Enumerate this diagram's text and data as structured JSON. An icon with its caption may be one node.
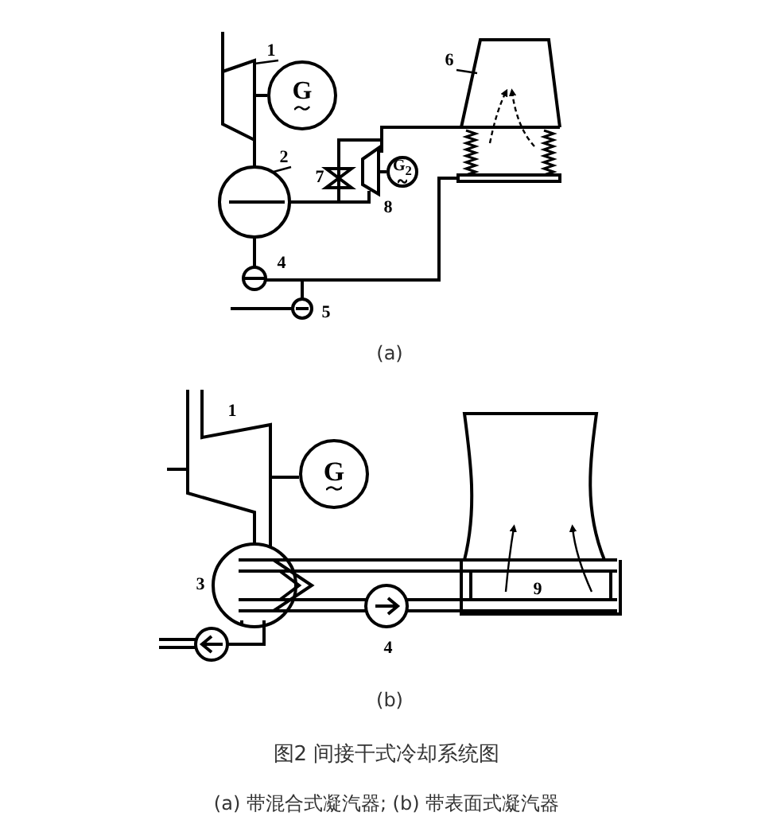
{
  "diagram": {
    "title": "图2 间接干式冷却系统图",
    "caption": "(a) 带混合式凝汽器; (b) 带表面式凝汽器",
    "nodes": [
      {
        "text": [
          "G"
        ]
      },
      {
        "text": [
          "G$_{2}$"
        ]
      },
      {
        "text": [
          "G"
        ]
      },
      {
        "text": [
          "1"
        ]
      },
      {
        "text": [
          "2"
        ]
      },
      {
        "text": [
          "6"
        ]
      }
    ],
    "edges": [
      {
        "from": 3,
        "to": null,
        "arrow": "none"
      },
      {
        "from": 4,
        "to": null,
        "arrow": "none"
      },
      {
        "from": 5,
        "to": null,
        "arrow": "none"
      }
    ],
    "labels": [
      "7",
      "8",
      "4",
      "5",
      "(a)",
      "1",
      "3",
      "4",
      "9",
      "(b)"
    ]
  }
}
